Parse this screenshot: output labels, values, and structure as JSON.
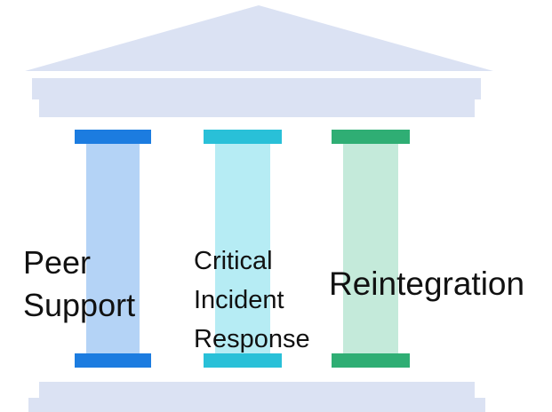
{
  "diagram": {
    "colors": {
      "roof": "#dbe2f3",
      "base": "#dbe2f3",
      "capital_1": "#1c7ce0",
      "shaft_1": "#b4d3f6",
      "capital_2": "#29c0d8",
      "shaft_2": "#b6ecf4",
      "capital_3": "#2fae74",
      "shaft_3": "#c4eada"
    },
    "pillars": [
      {
        "lines": [
          "Peer",
          "Support"
        ],
        "icon": "pillar-column"
      },
      {
        "lines": [
          "Critical",
          "Incident",
          "Response"
        ],
        "icon": "pillar-column"
      },
      {
        "lines": [
          "Reintegration"
        ],
        "icon": "pillar-column"
      }
    ]
  }
}
